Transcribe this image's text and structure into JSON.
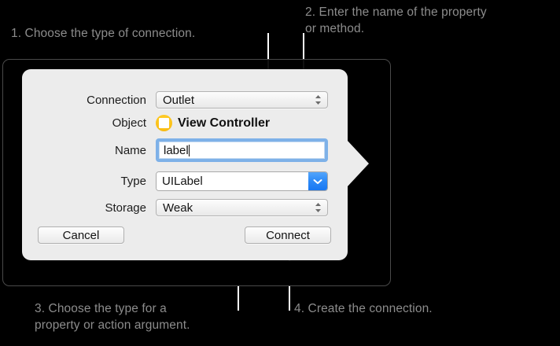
{
  "annotations": [
    {
      "id": 1,
      "text": "1. Choose the type of connection."
    },
    {
      "id": 2,
      "text": "2. Enter the name of the property\nor method."
    },
    {
      "id": 3,
      "text": "3. Choose the type for a\nproperty or action argument."
    },
    {
      "id": 4,
      "text": "4. Create the connection."
    }
  ],
  "dialog": {
    "rows": {
      "connection": {
        "label": "Connection",
        "value": "Outlet",
        "control": "popup-button"
      },
      "object": {
        "label": "Object",
        "value": "View Controller",
        "icon": "view-controller-icon",
        "control": "static-text"
      },
      "name": {
        "label": "Name",
        "value": "label",
        "placeholder": "",
        "control": "text-field",
        "focused": true
      },
      "type": {
        "label": "Type",
        "value": "UILabel",
        "control": "combo-box"
      },
      "storage": {
        "label": "Storage",
        "value": "Weak",
        "control": "popup-button"
      }
    },
    "buttons": {
      "cancel": "Cancel",
      "connect": "Connect"
    }
  },
  "colors": {
    "background": "#000000",
    "popover": "#ececec",
    "caption_text": "#8c8c8c",
    "focus_ring": "#7eb1e8",
    "combo_arrow": "#1877f2",
    "object_icon": "#fcc21a"
  }
}
